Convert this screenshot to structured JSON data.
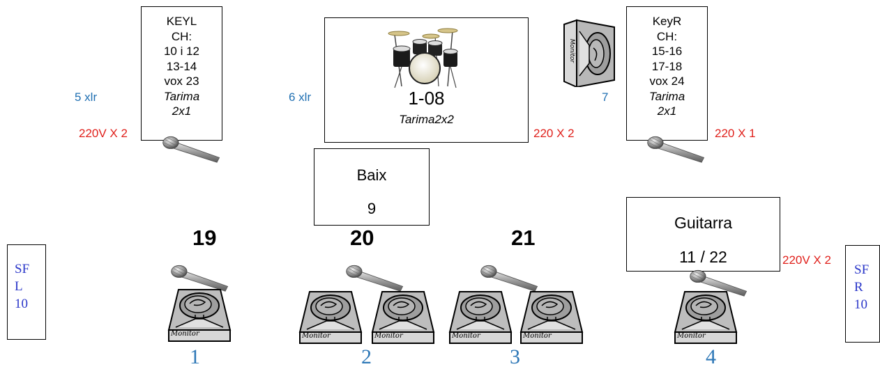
{
  "keyl": {
    "lines": [
      "KEYL",
      "CH:",
      "10 i 12",
      "13-14",
      "vox 23"
    ],
    "italic": [
      "Tarima",
      "2x1"
    ]
  },
  "keyr": {
    "lines": [
      "KeyR",
      "CH:",
      "15-16",
      "17-18",
      "vox 24"
    ],
    "italic": [
      "Tarima",
      "2x1"
    ]
  },
  "drums": {
    "channels": "1-08",
    "riser": "Tarima2x2"
  },
  "bass": {
    "name": "Baix",
    "channel": "9"
  },
  "guitar": {
    "name": "Guitarra",
    "channels": "11 / 22"
  },
  "side_monitor_label": "7",
  "sf_left": [
    "SF",
    "L",
    "10"
  ],
  "sf_right": [
    "SF",
    "R",
    "10"
  ],
  "xlr": {
    "left": "5 xlr",
    "center": "6 xlr"
  },
  "power": {
    "keyl": "220V X 2",
    "drums": "220 X 2",
    "keyr": "220 X 1",
    "guitar": "220V X 2"
  },
  "vocal_numbers": [
    "19",
    "20",
    "21"
  ],
  "monitor_numbers": [
    "1",
    "2",
    "3",
    "4"
  ],
  "monitor_label": "Monitor"
}
